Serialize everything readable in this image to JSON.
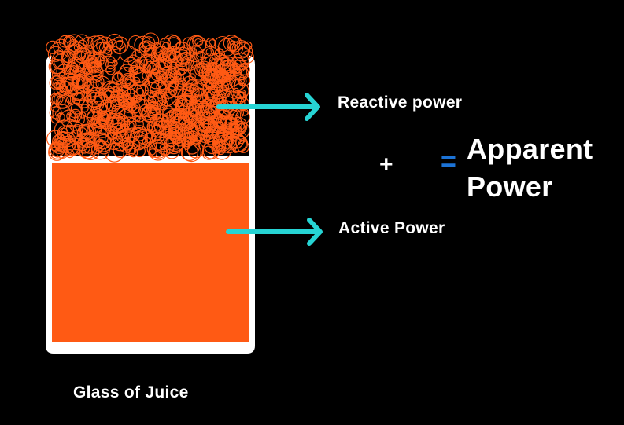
{
  "labels": {
    "reactive": "Reactive power",
    "active": "Active Power",
    "plus": "+",
    "equals": "=",
    "apparent_line1": "Apparent",
    "apparent_line2": "Power",
    "caption": "Glass of Juice"
  },
  "colors": {
    "background": "#000000",
    "glass": "#ffffff",
    "juice": "#ff5a14",
    "foam": "#ff5a14",
    "arrow": "#26d4d4",
    "equals": "#1c73d6",
    "text": "#ffffff"
  },
  "icons": {
    "reactive_arrow": "right-arrow-icon",
    "active_arrow": "right-arrow-icon"
  }
}
